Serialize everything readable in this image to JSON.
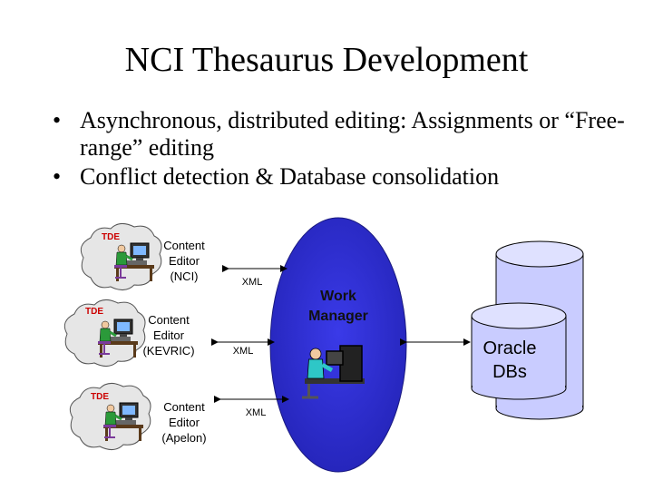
{
  "title": "NCI Thesaurus Development",
  "bullets": [
    {
      "text": "Asynchronous, distributed editing: Assignments or “Free-range” editing"
    },
    {
      "text": "Conflict detection & Database consolidation"
    }
  ],
  "diagram": {
    "editors": [
      {
        "tag": "TDE",
        "label_lines": [
          "Content",
          "Editor",
          "(NCI)"
        ],
        "link_label": "XML"
      },
      {
        "tag": "TDE",
        "label_lines": [
          "Content",
          "Editor",
          "(KEVRIC)"
        ],
        "link_label": "XML"
      },
      {
        "tag": "TDE",
        "label_lines": [
          "Content",
          "Editor",
          "(Apelon)"
        ],
        "link_label": "XML"
      }
    ],
    "manager_lines": [
      "Work",
      "Manager"
    ],
    "db_lines": [
      "Oracle",
      "DBs"
    ],
    "colors": {
      "ellipse": "#2f2fd6",
      "db_fill": "#c9ccff",
      "tde_red": "#cc0000"
    }
  }
}
